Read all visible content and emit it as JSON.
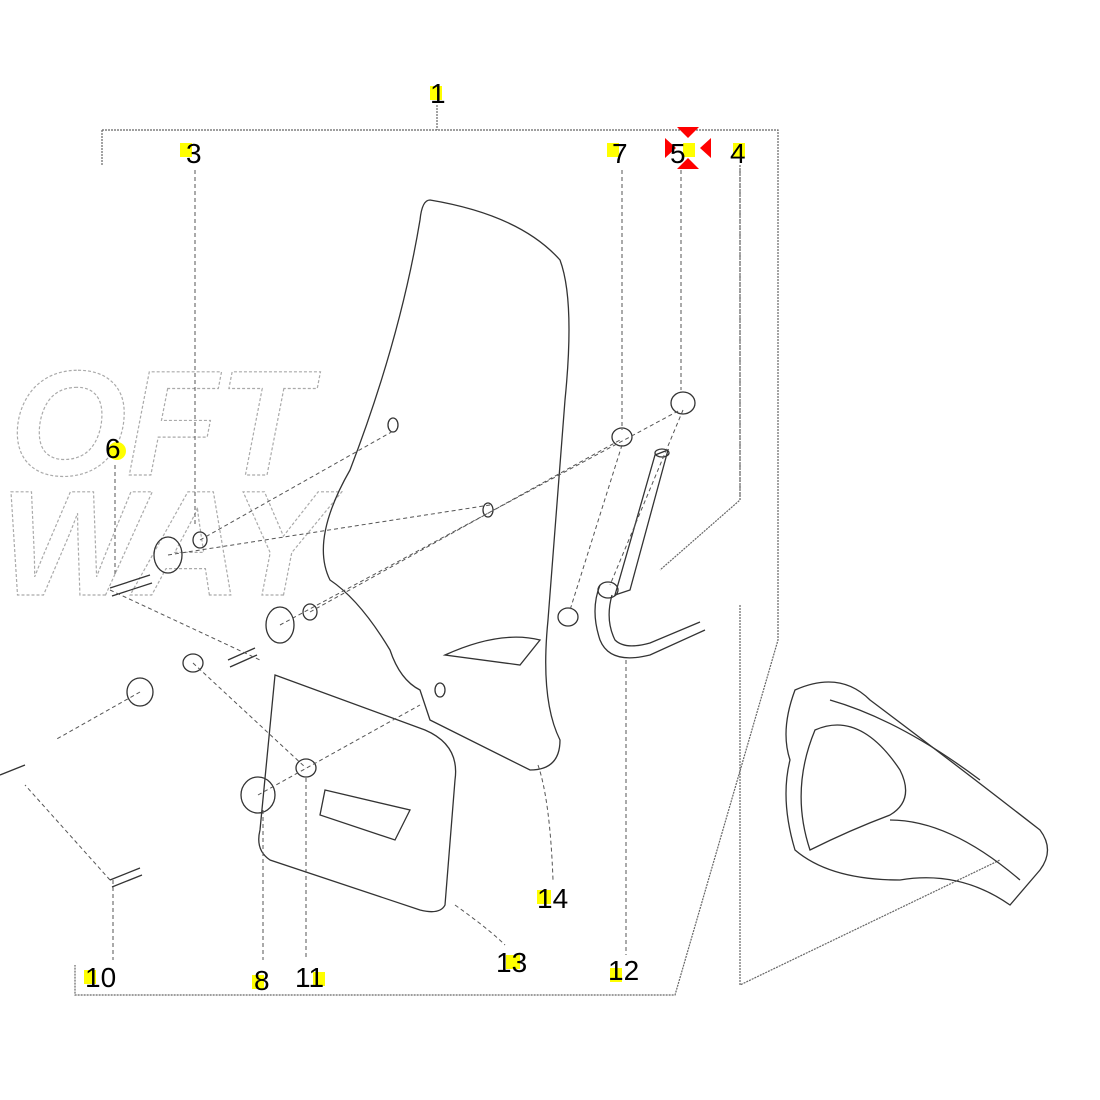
{
  "watermark": {
    "line1": "OFT",
    "line2": "WAY"
  },
  "callouts": {
    "c1": "1",
    "c3": "3",
    "c4": "4",
    "c5": "5",
    "c6": "6",
    "c7": "7",
    "c8": "8",
    "c10": "10",
    "c11": "11",
    "c12": "12",
    "c13": "13",
    "c14": "14"
  },
  "colors": {
    "highlight": "#ffff00",
    "selection_marker": "#ff0000"
  }
}
